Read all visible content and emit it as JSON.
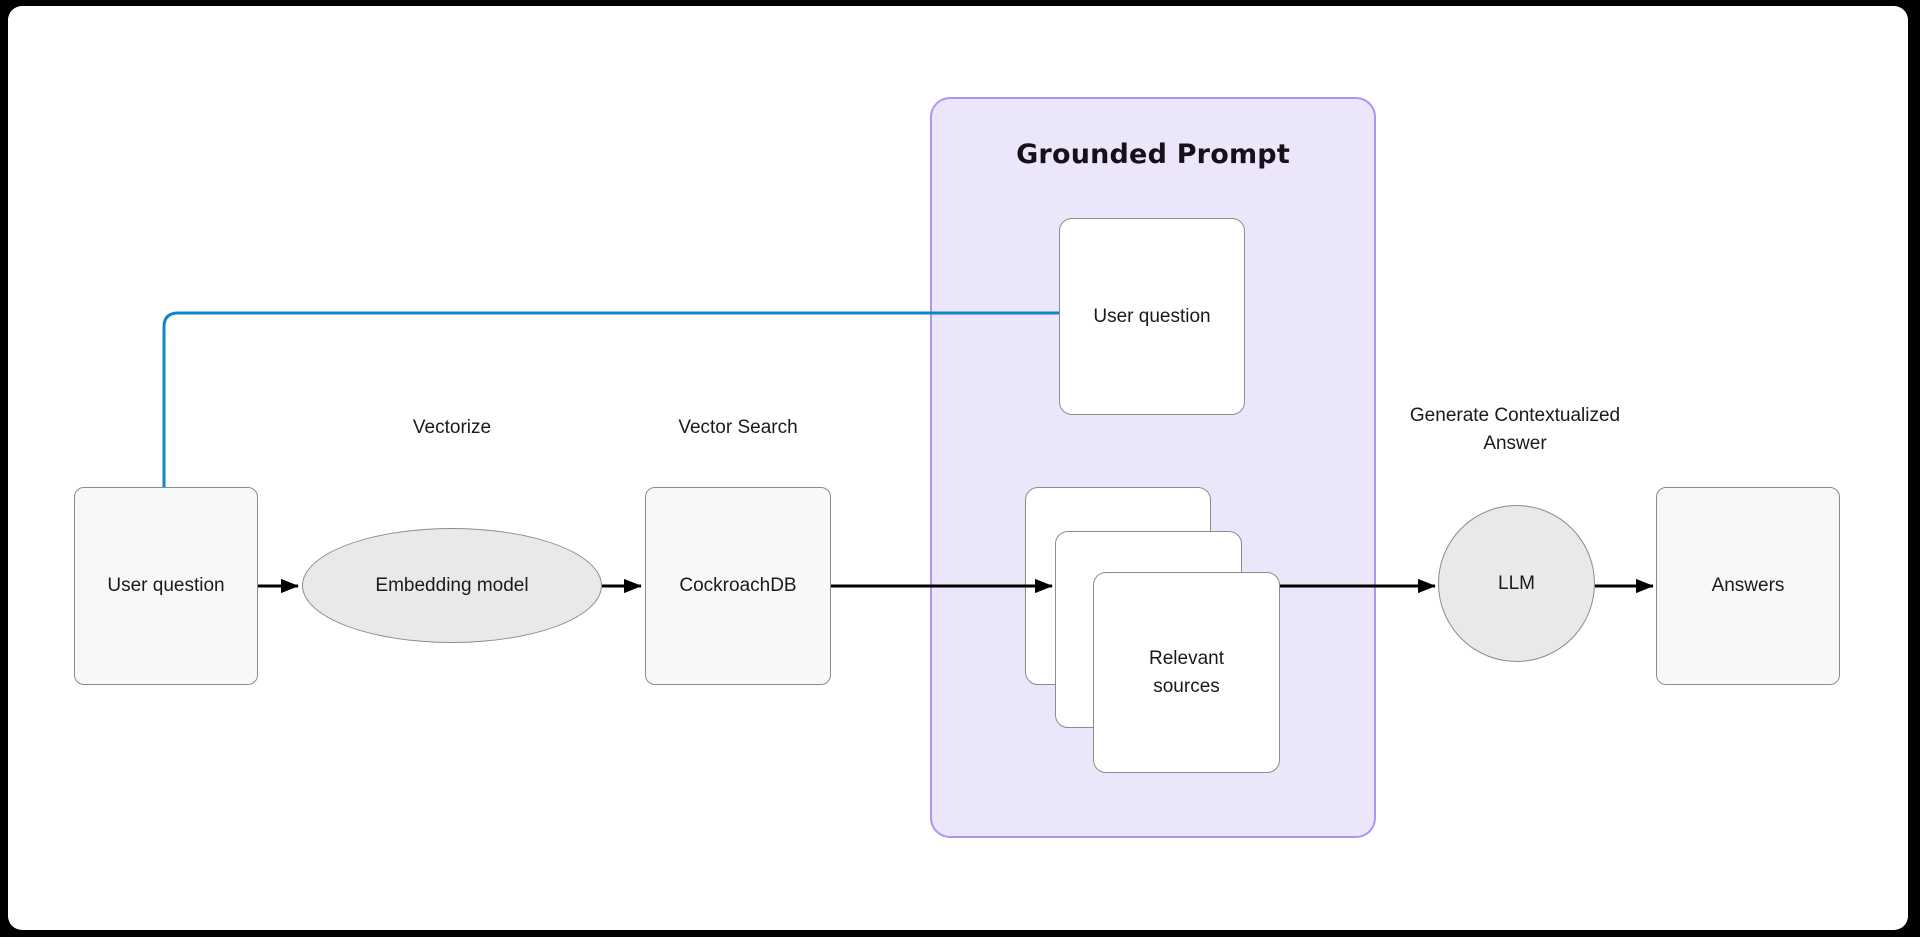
{
  "colors": {
    "page_bg": "#000000",
    "canvas_bg": "#ffffff",
    "node_fill": "#f8f8f8",
    "node_border": "#8c8c8c",
    "shape_fill": "#e9e9e9",
    "card_fill": "#ffffff",
    "container_fill": "#ece6fb",
    "container_border": "#b094ef",
    "connector": "#000000",
    "accent_blue": "#0e87ca",
    "text": "#1a1a1a"
  },
  "diagram": {
    "container": {
      "title": "Grounded Prompt"
    },
    "nodes": {
      "user_question": {
        "label": "User question"
      },
      "embedding_model": {
        "label": "Embedding model"
      },
      "cockroachdb": {
        "label": "CockroachDB"
      },
      "prompt_user_question": {
        "label": "User question"
      },
      "relevant_sources": {
        "label": "Relevant sources"
      },
      "llm": {
        "label": "LLM"
      },
      "answers": {
        "label": "Answers"
      }
    },
    "annotations": {
      "vectorize": "Vectorize",
      "vector_search": "Vector Search",
      "generate_contextualized_answer": "Generate Contextualized Answer"
    }
  }
}
